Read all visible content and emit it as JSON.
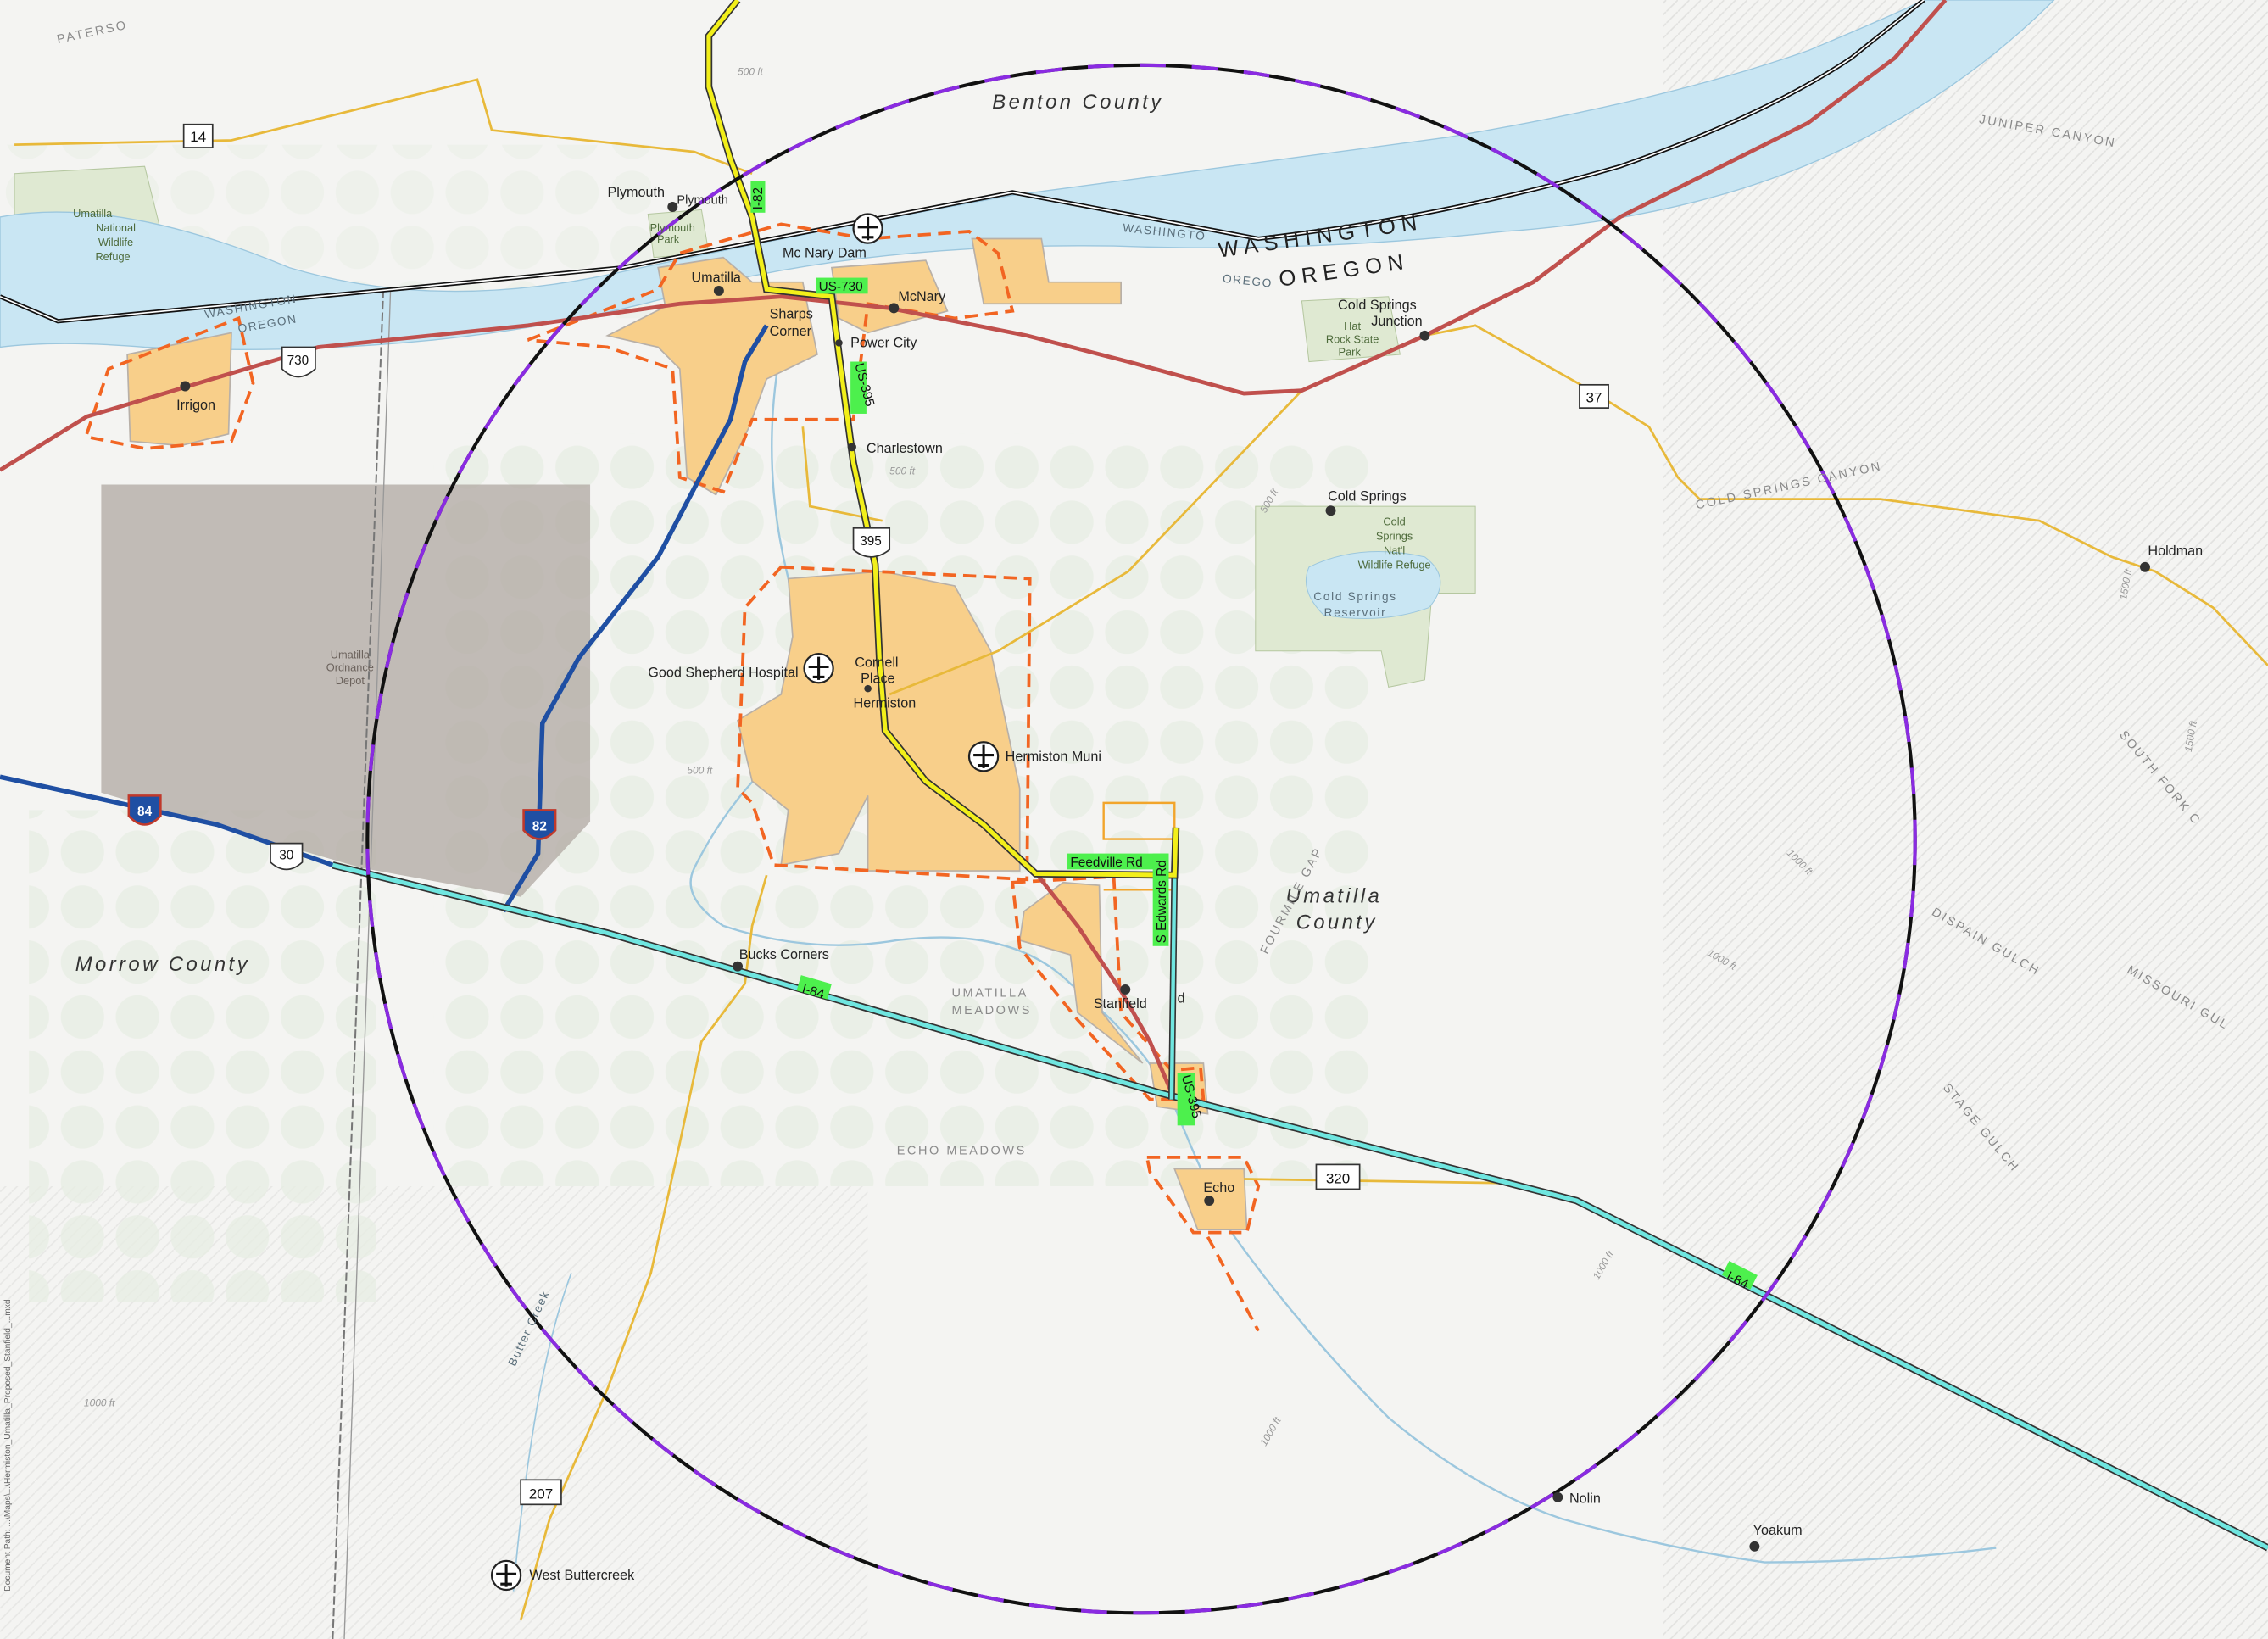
{
  "colors": {
    "background": "#f4f4f2",
    "river": "#c9e6f3",
    "river_edge": "#9cc7de",
    "county_fill": "#f8cf8a",
    "dash_boundary": "#f26522",
    "circle_dash": "#8a2be2",
    "i84": "#1f4fa3",
    "us395": "#f2ef1a",
    "us730": "#c0504d",
    "i84_teal": "#6fe6e0",
    "minor_road": "#e8b93a",
    "depot": "#b4aca6",
    "refuge": "#d9e6c8"
  },
  "counties": {
    "benton": "Benton County",
    "umatilla": [
      "Umatilla",
      "County"
    ],
    "morrow": "Morrow County"
  },
  "states": {
    "washington": "WASHINGTON",
    "oregon": "OREGON"
  },
  "water_labels": {
    "wash_left": "WASHINGTON",
    "oregon_left": "OREGON",
    "wash_center": "WASHINGTO",
    "oregon_center": "OREGO"
  },
  "places": {
    "paterson": "PATERSO",
    "plymouth": "Plymouth",
    "plymouth2": "Plymouth",
    "plymouth_park": [
      "Plymouth",
      "Park"
    ],
    "umatilla_refuge": [
      "Umatilla",
      "National",
      "Wildlife",
      "Refuge"
    ],
    "mcnary_dam": "Mc Nary Dam",
    "umatilla": "Umatilla",
    "sharps_corner": [
      "Sharps",
      "Corner"
    ],
    "mcnary": "McNary",
    "power_city": "Power City",
    "irrigon": "Irrigon",
    "cold_springs_junction": [
      "Cold Springs",
      "Junction"
    ],
    "hat_rock": [
      "Hat",
      "Rock State",
      "Park"
    ],
    "charlestown": "Charlestown",
    "cold_springs": "Cold Springs",
    "cold_springs_refuge": [
      "Cold",
      "Springs",
      "Nat'l",
      "Wildlife Refuge"
    ],
    "cold_springs_reservoir": [
      "Cold Springs",
      "Reservoir"
    ],
    "holdman": "Holdman",
    "umatilla_depot": [
      "Umatilla",
      "Ordnance",
      "Depot"
    ],
    "good_shepherd": "Good Shepherd Hospital",
    "cornell_place": [
      "Cornell",
      "Place"
    ],
    "hermiston": "Hermiston",
    "hermiston_muni": "Hermiston Muni",
    "bucks_corners": "Bucks Corners",
    "umatilla_meadows": [
      "UMATILLA",
      "MEADOWS"
    ],
    "stanfield": "Stanfield",
    "stanfield_d": "d",
    "echo_meadows": "ECHO MEADOWS",
    "echo": "Echo",
    "nolin": "Nolin",
    "yoakum": "Yoakum",
    "west_buttercreek": "West Buttercreek",
    "butter_creek": "Butter Creek",
    "juniper_canyon": "JUNIPER CANYON",
    "cold_springs_canyon": "COLD SPRINGS CANYON",
    "south_fork": "SOUTH FORK C",
    "dispain_gulch": "DISPAIN GULCH",
    "missouri_gulch": "MISSOURI GUL",
    "stage_gulch": "STAGE GULCH",
    "fourmile_gap": "FOURMILE GAP"
  },
  "contours": {
    "c500": "500 ft",
    "c1000": "1000 ft",
    "c1500": "1500 ft"
  },
  "road_labels": {
    "i82": "I-82",
    "us730": "US-730",
    "us395": "US-395",
    "feedville": "Feedville Rd",
    "s_edwards": "S Edwards Rd",
    "i84_a": "I-84",
    "i84_b": "I-84",
    "us395_b": "US-395"
  },
  "shields": {
    "r14": "14",
    "r730": "730",
    "r37": "37",
    "r395": "395",
    "r30": "30",
    "r320": "320",
    "r207": "207",
    "i84": "84",
    "i82": "82"
  },
  "side_text": "Document Path: ...\\Maps\\...\\Hermiston_Umatilla_Proposed_Stanfield_...mxd"
}
